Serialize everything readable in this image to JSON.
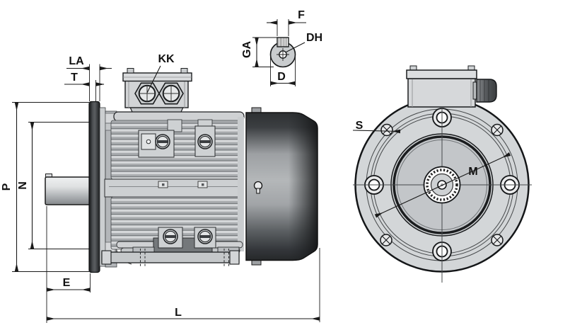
{
  "diagram": {
    "description": "Dimensional outline drawing of a flange-mounted electric motor: side view, shaft-end detail view and flange front view",
    "labels": {
      "la": "LA",
      "t": "T",
      "kk": "KK",
      "f": "F",
      "ga": "GA",
      "dh": "DH",
      "d": "D",
      "s": "S",
      "m": "M",
      "p": "P",
      "n": "N",
      "e": "E",
      "l": "L"
    },
    "views": {
      "side_view_dimensions": [
        "LA",
        "T",
        "KK",
        "P",
        "N",
        "E",
        "L"
      ],
      "shaft_end_view_dimensions": [
        "F",
        "GA",
        "DH",
        "D"
      ],
      "flange_front_view_dimensions": [
        "S",
        "M"
      ]
    },
    "colors": {
      "line": "#1a1a1a",
      "body_gray": "#d3d6d8",
      "inner_disc_gray": "#c4c7ca",
      "flange_dark": "#2f3234",
      "fan_cover_dark": "#2a2d2f",
      "background": "#ffffff"
    }
  }
}
